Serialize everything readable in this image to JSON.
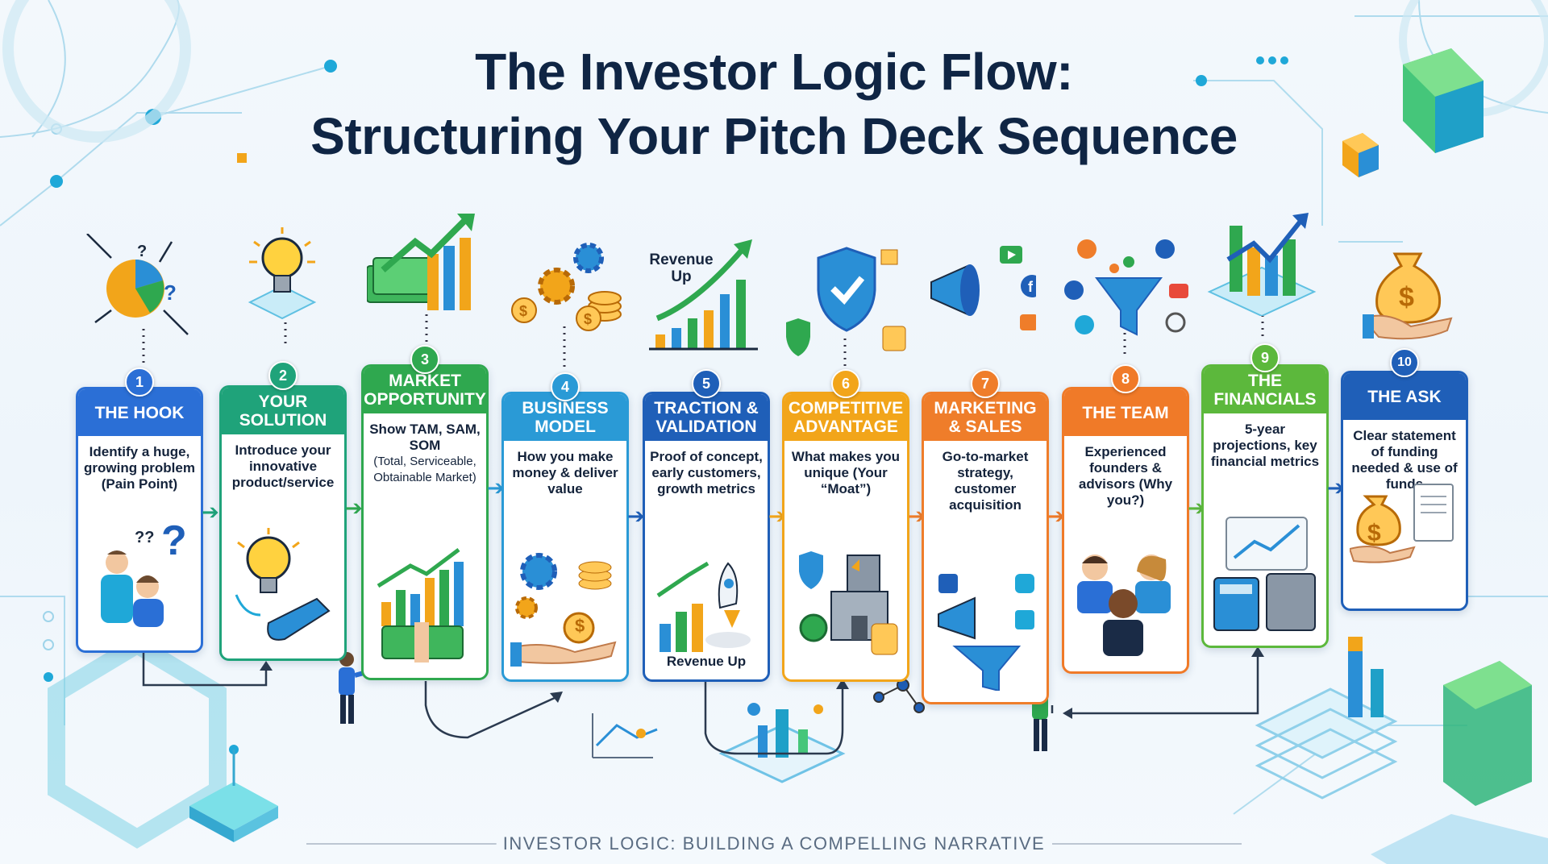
{
  "title_line1": "The Investor Logic Flow:",
  "title_line2": "Structuring Your Pitch Deck Sequence",
  "footer": "INVESTOR LOGIC: BUILDING A COMPELLING NARRATIVE",
  "icon_labels": {
    "revenue_up_top": "Revenue\nUp"
  },
  "steps": [
    {
      "num": "1",
      "title": "THE HOOK",
      "desc": "Identify a huge, growing problem (Pain Point)",
      "color": "#2b6fd6",
      "marks": [
        "??",
        "?"
      ]
    },
    {
      "num": "2",
      "title": "YOUR SOLUTION",
      "desc": "Introduce your innovative product/service",
      "color": "#1fa37a"
    },
    {
      "num": "3",
      "title": "MARKET OPPORTUNITY",
      "desc": "Show TAM, SAM, SOM",
      "sub": "(Total, Serviceable, Obtainable Market)",
      "color": "#2fa84f"
    },
    {
      "num": "4",
      "title": "BUSINESS MODEL",
      "desc": "How you make money & deliver value",
      "color": "#2a9ad6",
      "coin": "$"
    },
    {
      "num": "5",
      "title": "TRACTION & VALIDATION",
      "desc": "Proof of concept, early customers, growth metrics",
      "foot": "Revenue Up",
      "color": "#1f5fb8"
    },
    {
      "num": "6",
      "title": "COMPETITIVE ADVANTAGE",
      "desc": "What makes you unique (Your “Moat”)",
      "color": "#f2a51a"
    },
    {
      "num": "7",
      "title": "MARKETING & SALES",
      "desc": "Go-to-market strategy, customer acquisition",
      "color": "#ef7d2a"
    },
    {
      "num": "8",
      "title": "THE TEAM",
      "desc": "Experienced founders & advisors (Why you?)",
      "color": "#f07a28"
    },
    {
      "num": "9",
      "title": "THE FINANCIALS",
      "desc": "5-year projections, key financial metrics",
      "color": "#5cb83c"
    },
    {
      "num": "10",
      "title": "THE ASK",
      "desc": "Clear statement of funding needed & use of funds",
      "color": "#1f5fb8",
      "coin": "$"
    }
  ],
  "colors": {
    "title": "#0f2544",
    "accent_blue": "#2b6fd6",
    "accent_green": "#2fa84f",
    "accent_orange": "#ef7d2a"
  }
}
